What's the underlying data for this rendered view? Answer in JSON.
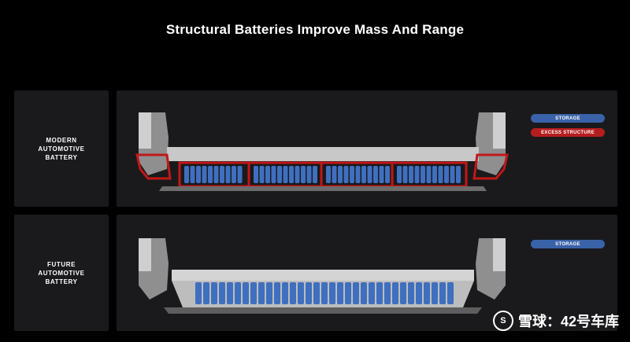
{
  "title": "Structural Batteries Improve Mass And Range",
  "rows": [
    {
      "label_line1": "MODERN",
      "label_line2": "AUTOMOTIVE",
      "label_line3": "BATTERY",
      "legend": [
        {
          "text": "STORAGE",
          "color": "#3a62a8"
        },
        {
          "text": "EXCESS STRUCTURE",
          "color": "#b51e1e"
        }
      ]
    },
    {
      "label_line1": "FUTURE",
      "label_line2": "AUTOMOTIVE",
      "label_line3": "BATTERY",
      "legend": [
        {
          "text": "STORAGE",
          "color": "#3a62a8"
        }
      ]
    }
  ],
  "watermark": {
    "text": "雪球：42号车库",
    "logo_glyph": "S"
  },
  "colors": {
    "cell_blue": "#3f6fbf",
    "structure_red": "#c01818",
    "frame_gray": "#b8b8b8"
  }
}
